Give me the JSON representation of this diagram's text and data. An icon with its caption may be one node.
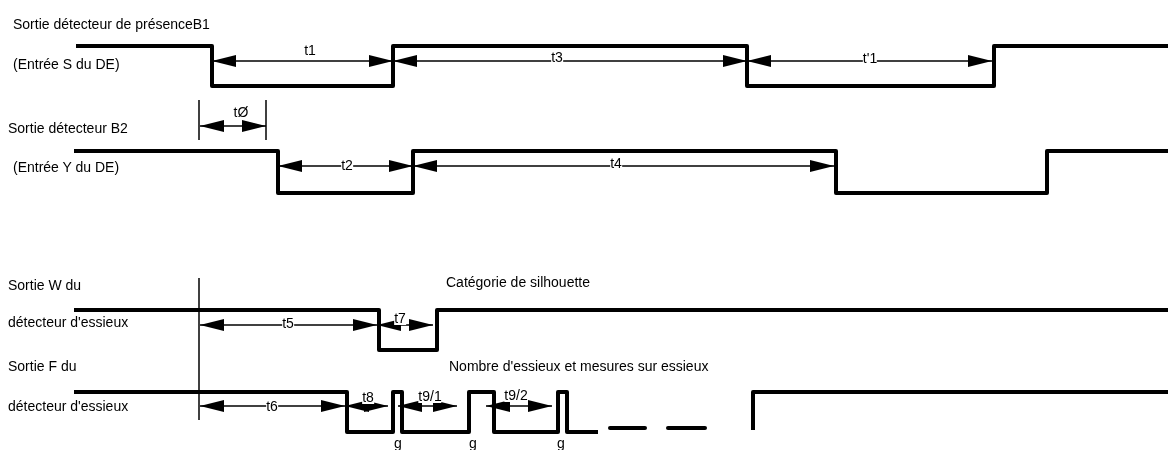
{
  "diagram": {
    "labels": [
      "Sortie détecteur de présenceB1",
      "(Entrée S du DE)",
      "t1",
      "t3",
      "t'1",
      "tØ",
      "Sortie détecteur B2",
      "(Entrée Y du DE)",
      "t2",
      "t4",
      "Sortie W du",
      "Catégorie de silhouette",
      "détecteur d'essieux",
      "t5",
      "t7",
      "Sortie F du",
      "Nombre d'essieux et mesures sur essieux",
      "détecteur d'essieux",
      "t6",
      "t8",
      "t9/1",
      "t9/2",
      "g",
      "g",
      "g"
    ]
  }
}
